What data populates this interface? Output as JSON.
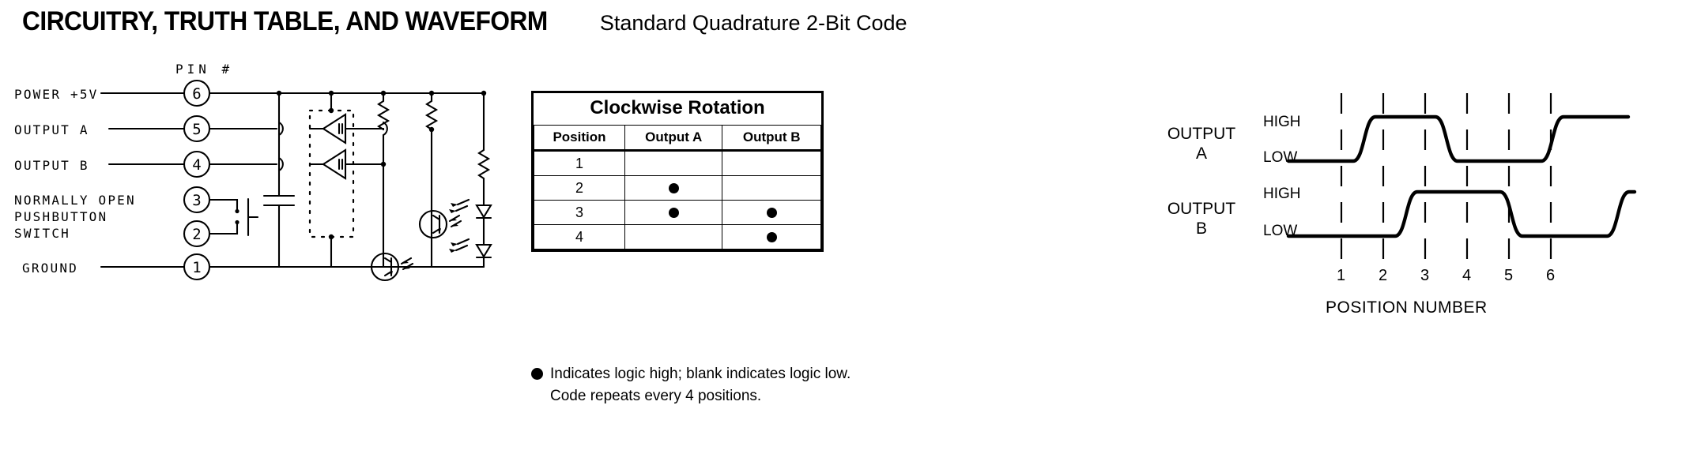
{
  "title": {
    "main": "CIRCUITRY, TRUTH TABLE, AND WAVEFORM",
    "sub": "Standard Quadrature 2-Bit Code"
  },
  "schematic": {
    "pin_header": "PIN #",
    "pins": [
      {
        "label": "POWER +5V",
        "number": "6"
      },
      {
        "label": "OUTPUT A",
        "number": "5"
      },
      {
        "label": "OUTPUT B",
        "number": "4"
      },
      {
        "label": "",
        "number": "3"
      },
      {
        "label": "",
        "number": "2"
      },
      {
        "label": "GROUND",
        "number": "1"
      }
    ],
    "switch_label_line1": "NORMALLY OPEN",
    "switch_label_line2": "PUSHBUTTON",
    "switch_label_line3": "SWITCH"
  },
  "truth_table": {
    "title": "Clockwise Rotation",
    "columns": [
      "Position",
      "Output A",
      "Output B"
    ],
    "rows": [
      {
        "position": "1",
        "a": false,
        "b": false
      },
      {
        "position": "2",
        "a": true,
        "b": false
      },
      {
        "position": "3",
        "a": true,
        "b": true
      },
      {
        "position": "4",
        "a": false,
        "b": true
      }
    ],
    "caption": "Indicates logic high; blank indicates logic low.\nCode repeats every 4 positions."
  },
  "waveform": {
    "signal_a_line1": "OUTPUT",
    "signal_a_line2": "A",
    "signal_b_line1": "OUTPUT",
    "signal_b_line2": "B",
    "level_high": "HIGH",
    "level_low": "LOW",
    "positions": [
      "1",
      "2",
      "3",
      "4",
      "5",
      "6"
    ],
    "axis_label": "POSITION NUMBER"
  },
  "colors": {
    "ink": "#000000",
    "paper": "#ffffff"
  }
}
